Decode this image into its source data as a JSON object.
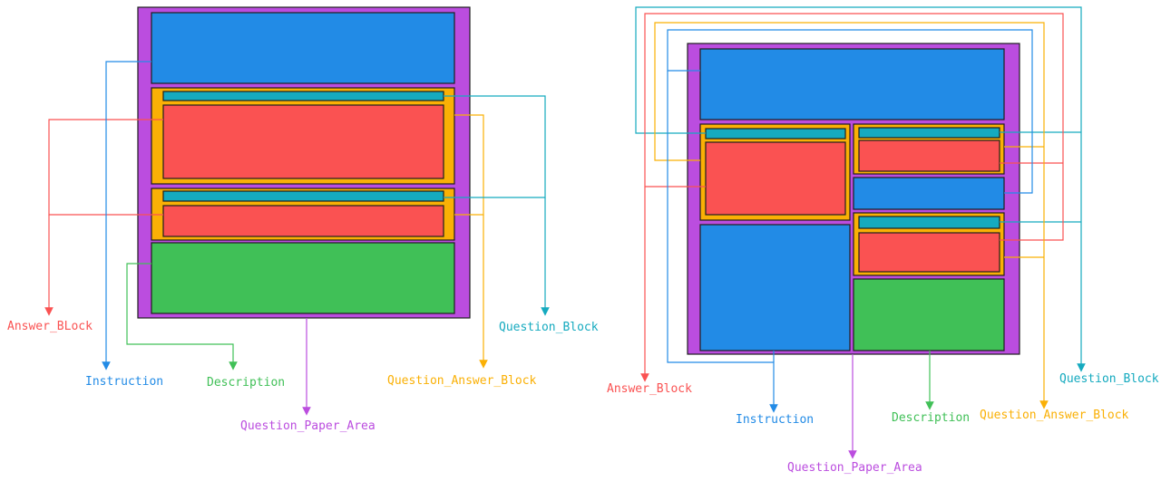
{
  "colors": {
    "question_paper_area": "#BB4DDF",
    "instruction": "#228BE6",
    "question_answer_block": "#FAB005",
    "question_block": "#15AABF",
    "answer_block": "#FA5252",
    "description": "#40C057",
    "border": "#1e1e1e"
  },
  "diagrams": [
    {
      "labels": {
        "answer_block": "Answer_BLock",
        "instruction": "Instruction",
        "description": "Description",
        "question_paper_area": "Question_Paper_Area",
        "question_answer_block": "Question_Answer_Block",
        "question_block": "Question_Block"
      }
    },
    {
      "labels": {
        "answer_block": "Answer_Block",
        "instruction": "Instruction",
        "description": "Description",
        "question_paper_area": "Question_Paper_Area",
        "question_answer_block": "Question_Answer_Block",
        "question_block": "Question_Block"
      }
    }
  ]
}
